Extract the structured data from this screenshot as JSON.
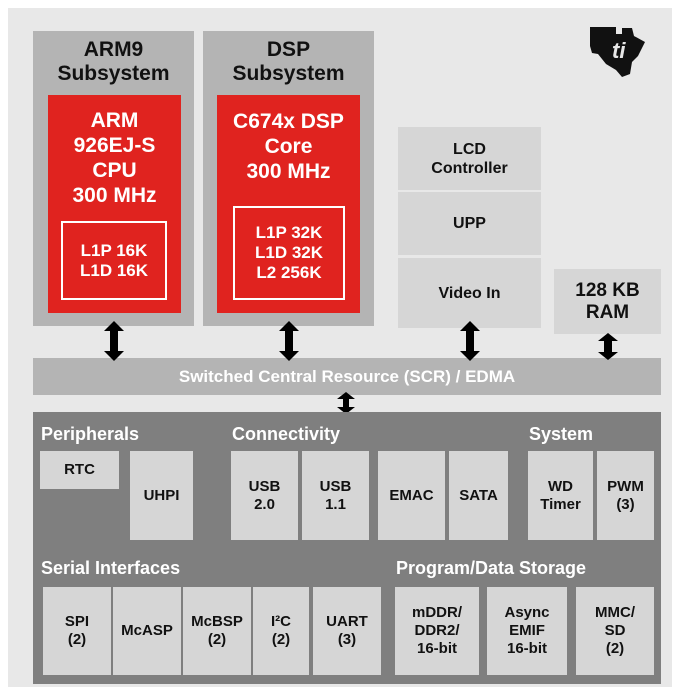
{
  "arm_subsystem": {
    "title": "ARM9\nSubsystem",
    "cpu": "ARM\n926EJ-S\nCPU\n300 MHz",
    "cache": "L1P 16K\nL1D 16K"
  },
  "dsp_subsystem": {
    "title": "DSP\nSubsystem",
    "core": "C674x DSP\nCore\n300 MHz",
    "cache": "L1P 32K\nL1D 32K\nL2 256K"
  },
  "video_blocks": {
    "lcd": "LCD\nController",
    "upp": "UPP",
    "video_in": "Video In"
  },
  "ram": "128 KB\nRAM",
  "bus_label": "Switched Central Resource (SCR) / EDMA",
  "peripherals": {
    "title": "Peripherals",
    "items": [
      "RTC",
      "UHPI"
    ]
  },
  "connectivity": {
    "title": "Connectivity",
    "items": [
      "USB\n2.0",
      "USB\n1.1",
      "EMAC",
      "SATA"
    ]
  },
  "system": {
    "title": "System",
    "items": [
      "WD\nTimer",
      "PWM\n(3)"
    ]
  },
  "serial": {
    "title": "Serial Interfaces",
    "items": [
      "SPI\n(2)",
      "McASP",
      "McBSP\n(2)",
      "I²C\n(2)",
      "UART\n(3)"
    ]
  },
  "storage": {
    "title": "Program/Data Storage",
    "items": [
      "mDDR/\nDDR2/\n16-bit",
      "Async\nEMIF\n16-bit",
      "MMC/\nSD\n(2)"
    ]
  },
  "colors": {
    "frame": "#e8e8e8",
    "subsystem": "#b4b4b4",
    "core": "#e0231f",
    "light_box": "#d6d6d6",
    "peripheral_block": "#7f7f7f",
    "arrow": "#000000"
  },
  "logo": {
    "icon": "texas-instruments-logo-icon"
  }
}
